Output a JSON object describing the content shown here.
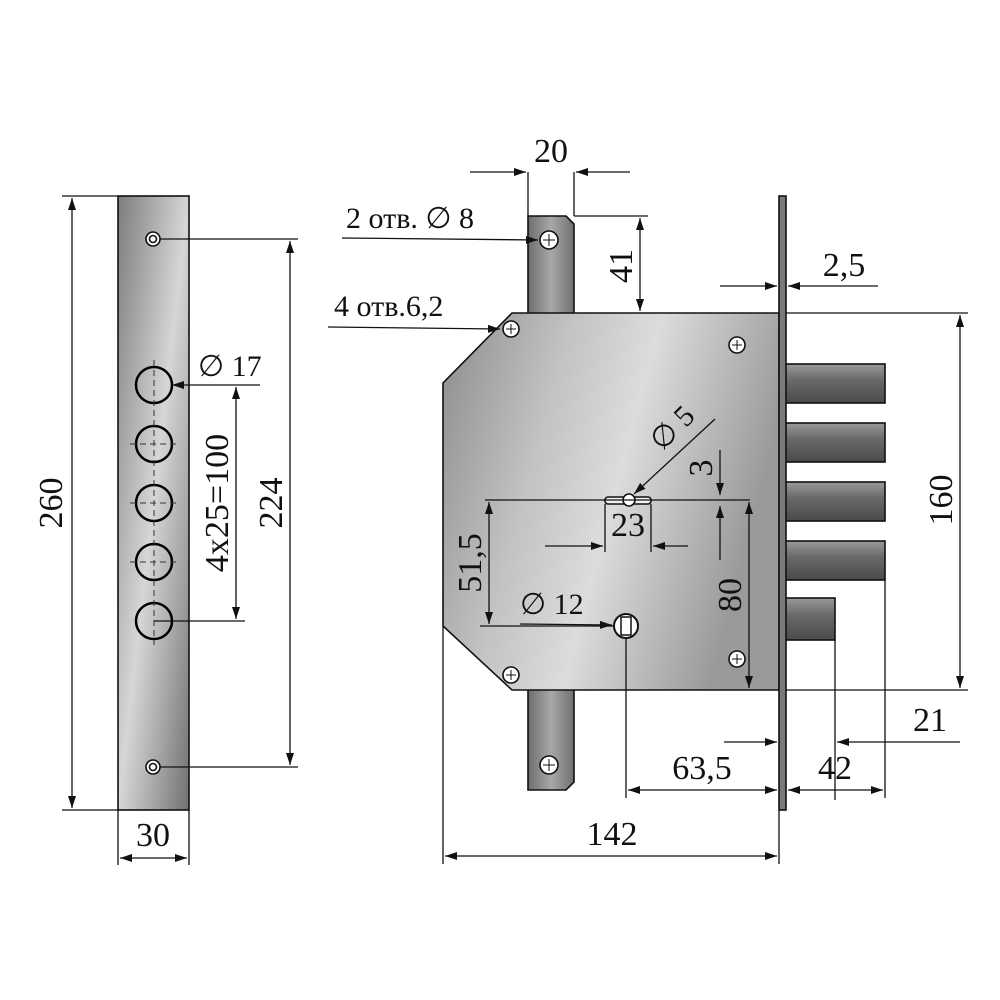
{
  "dimensions": {
    "strike_height": "260",
    "strike_width": "30",
    "strike_holes_pitch": "224",
    "hole_diameter": "∅ 17",
    "hole_spacing": "4x25=100",
    "tab_width": "20",
    "tab_offset": "41",
    "mounting_holes_8": "2 отв. ∅ 8",
    "mounting_holes_6_2": "4 отв.6,2",
    "faceplate_thickness": "2,5",
    "body_height": "160",
    "keyhole_diameter": "∅ 5",
    "keyhole_gap": "3",
    "keyhole_length": "23",
    "key_to_cylinder": "51,5",
    "cylinder_diameter": "∅ 12",
    "keyhole_to_cylinder_vertical": "80",
    "deadbolt_throw": "21",
    "backset": "63,5",
    "bolt_projection": "42",
    "body_width": "142"
  },
  "colors": {
    "steel_light": "#d4d4d4",
    "steel_mid": "#9a9a9a",
    "steel_dark": "#5e5e5e",
    "line": "#111111"
  }
}
